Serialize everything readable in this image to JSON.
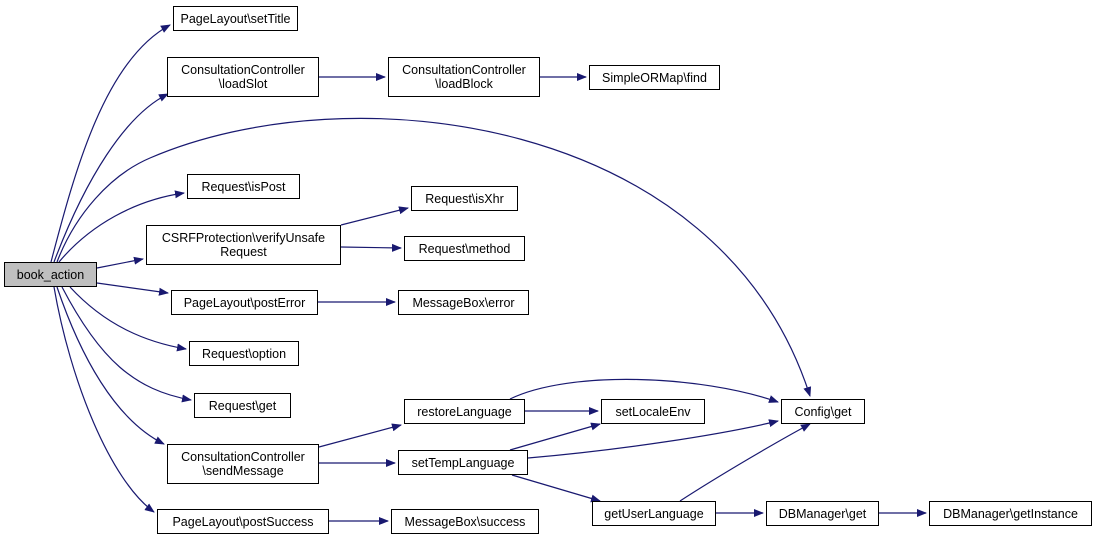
{
  "colors": {
    "edge": "#191970",
    "root_fill": "#bfbfbf",
    "node_fill": "#ffffff",
    "border": "#000000"
  },
  "nodes": {
    "book_action": "book_action",
    "setTitle": "PageLayout\\setTitle",
    "loadSlot": "ConsultationController\n\\loadSlot",
    "loadBlock": "ConsultationController\n\\loadBlock",
    "ormFind": "SimpleORMap\\find",
    "isPost": "Request\\isPost",
    "verifyUnsafe": "CSRFProtection\\verifyUnsafe\nRequest",
    "isXhr": "Request\\isXhr",
    "method": "Request\\method",
    "postError": "PageLayout\\postError",
    "mbError": "MessageBox\\error",
    "option": "Request\\option",
    "reqGet": "Request\\get",
    "sendMessage": "ConsultationController\n\\sendMessage",
    "restoreLanguage": "restoreLanguage",
    "setLocaleEnv": "setLocaleEnv",
    "configGet": "Config\\get",
    "setTempLanguage": "setTempLanguage",
    "getUserLanguage": "getUserLanguage",
    "dbGet": "DBManager\\get",
    "dbInstance": "DBManager\\getInstance",
    "postSuccess": "PageLayout\\postSuccess",
    "mbSuccess": "MessageBox\\success"
  }
}
